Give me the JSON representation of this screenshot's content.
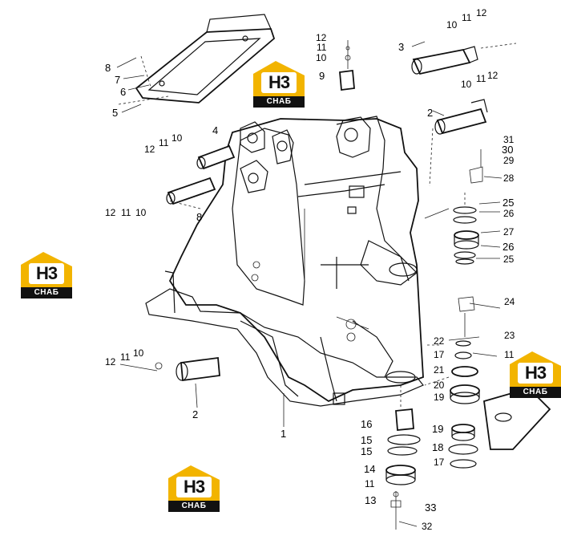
{
  "brand": {
    "logo_mark": "H3",
    "logo_text": "СНАБ",
    "colors": {
      "roof": "#f2b400",
      "band": "#111111",
      "line": "#111111"
    }
  },
  "callouts": [
    {
      "id": "c-1",
      "text": "1"
    },
    {
      "id": "c-2a",
      "text": "2"
    },
    {
      "id": "c-2b",
      "text": "2"
    },
    {
      "id": "c-3",
      "text": "3"
    },
    {
      "id": "c-4",
      "text": "4"
    },
    {
      "id": "c-5",
      "text": "5"
    },
    {
      "id": "c-6",
      "text": "6"
    },
    {
      "id": "c-7",
      "text": "7"
    },
    {
      "id": "c-8a",
      "text": "8"
    },
    {
      "id": "c-8b",
      "text": "8"
    },
    {
      "id": "c-9",
      "text": "9"
    },
    {
      "id": "c-10a",
      "text": "10"
    },
    {
      "id": "c-10b",
      "text": "10"
    },
    {
      "id": "c-10c",
      "text": "10"
    },
    {
      "id": "c-10d",
      "text": "10"
    },
    {
      "id": "c-10e",
      "text": "10"
    },
    {
      "id": "c-10f",
      "text": "10"
    },
    {
      "id": "c-11a",
      "text": "11"
    },
    {
      "id": "c-11b",
      "text": "11"
    },
    {
      "id": "c-11c",
      "text": "11"
    },
    {
      "id": "c-11d",
      "text": "11"
    },
    {
      "id": "c-11e",
      "text": "11"
    },
    {
      "id": "c-11f",
      "text": "11"
    },
    {
      "id": "c-11g",
      "text": "11"
    },
    {
      "id": "c-11h",
      "text": "11"
    },
    {
      "id": "c-12a",
      "text": "12"
    },
    {
      "id": "c-12b",
      "text": "12"
    },
    {
      "id": "c-12c",
      "text": "12"
    },
    {
      "id": "c-12d",
      "text": "12"
    },
    {
      "id": "c-12e",
      "text": "12"
    },
    {
      "id": "c-12f",
      "text": "12"
    },
    {
      "id": "c-13",
      "text": "13"
    },
    {
      "id": "c-14",
      "text": "14"
    },
    {
      "id": "c-15a",
      "text": "15"
    },
    {
      "id": "c-15b",
      "text": "15"
    },
    {
      "id": "c-16",
      "text": "16"
    },
    {
      "id": "c-17a",
      "text": "17"
    },
    {
      "id": "c-17b",
      "text": "17"
    },
    {
      "id": "c-18",
      "text": "18"
    },
    {
      "id": "c-19a",
      "text": "19"
    },
    {
      "id": "c-19b",
      "text": "19"
    },
    {
      "id": "c-20",
      "text": "20"
    },
    {
      "id": "c-21",
      "text": "21"
    },
    {
      "id": "c-22",
      "text": "22"
    },
    {
      "id": "c-23",
      "text": "23"
    },
    {
      "id": "c-24",
      "text": "24"
    },
    {
      "id": "c-25a",
      "text": "25"
    },
    {
      "id": "c-25b",
      "text": "25"
    },
    {
      "id": "c-26a",
      "text": "26"
    },
    {
      "id": "c-26b",
      "text": "26"
    },
    {
      "id": "c-27",
      "text": "27"
    },
    {
      "id": "c-28",
      "text": "28"
    },
    {
      "id": "c-29",
      "text": "29"
    },
    {
      "id": "c-30",
      "text": "30"
    },
    {
      "id": "c-31",
      "text": "31"
    },
    {
      "id": "c-32",
      "text": "32"
    },
    {
      "id": "c-33",
      "text": "33"
    }
  ]
}
